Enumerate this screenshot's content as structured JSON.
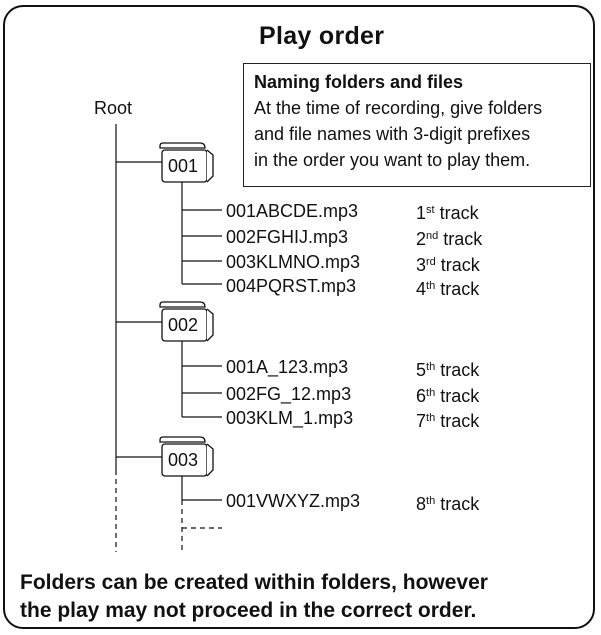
{
  "title": "Play order",
  "note": {
    "heading": "Naming folders and files",
    "lines": [
      "At the time of recording, give folders",
      "and file names with 3-digit prefixes",
      "in the order you want to play them."
    ]
  },
  "root_label": "Root",
  "folders": [
    {
      "name": "001",
      "files": [
        {
          "file": "001ABCDE.mp3",
          "num": "1",
          "suffix": "st",
          "word": " track"
        },
        {
          "file": "002FGHIJ.mp3",
          "num": "2",
          "suffix": "nd",
          "word": " track"
        },
        {
          "file": "003KLMNO.mp3",
          "num": "3",
          "suffix": "rd",
          "word": " track"
        },
        {
          "file": "004PQRST.mp3",
          "num": "4",
          "suffix": "th",
          "word": " track"
        }
      ]
    },
    {
      "name": "002",
      "files": [
        {
          "file": "001A_123.mp3",
          "num": "5",
          "suffix": "th",
          "word": " track"
        },
        {
          "file": "002FG_12.mp3",
          "num": "6",
          "suffix": "th",
          "word": " track"
        },
        {
          "file": "003KLM_1.mp3",
          "num": "7",
          "suffix": "th",
          "word": " track"
        }
      ]
    },
    {
      "name": "003",
      "files": [
        {
          "file": "001VWXYZ.mp3",
          "num": "8",
          "suffix": "th",
          "word": " track"
        }
      ]
    }
  ],
  "footer": {
    "line1": "Folders can be created within folders, however",
    "line2": "the play may not proceed in the correct order."
  }
}
